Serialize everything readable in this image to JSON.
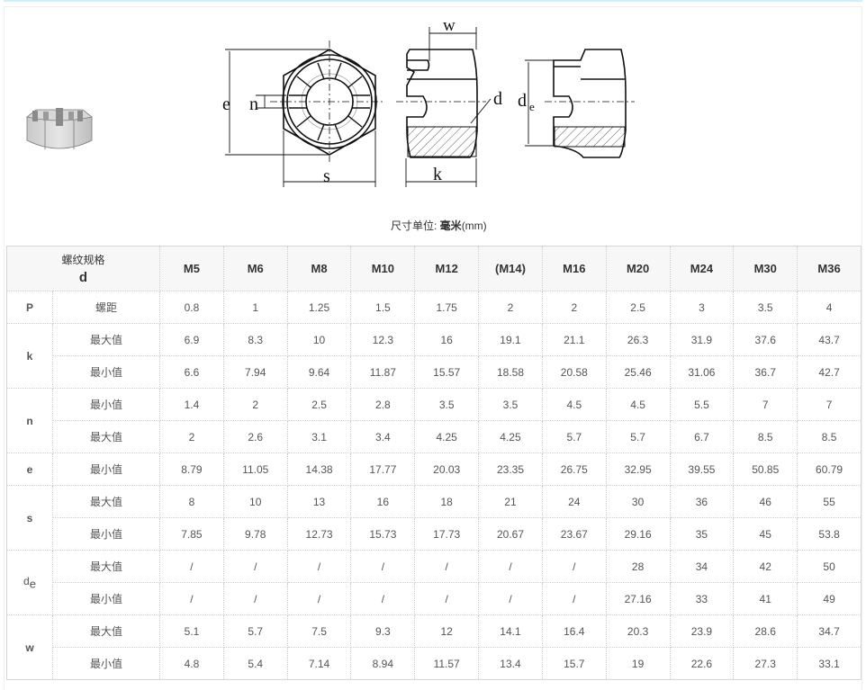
{
  "drawing": {
    "labels": {
      "e": "e",
      "n": "n",
      "s": "s",
      "w": "w",
      "d": "d",
      "k": "k",
      "de_main": "d",
      "de_sub": "e"
    }
  },
  "unit_note": {
    "prefix": "尺寸单位: ",
    "unit": "毫米",
    "suffix": "(mm)"
  },
  "table": {
    "header": {
      "spec_label": "螺纹规格",
      "d_label": "d",
      "sizes": [
        "M5",
        "M6",
        "M8",
        "M10",
        "M12",
        "(M14)",
        "M16",
        "M20",
        "M24",
        "M30",
        "M36"
      ]
    },
    "rows": [
      {
        "symbol": "P",
        "sub": "螺距",
        "values": [
          "0.8",
          "1",
          "1.25",
          "1.5",
          "1.75",
          "2",
          "2",
          "2.5",
          "3",
          "3.5",
          "4"
        ]
      },
      {
        "symbol": "k",
        "sub": "最大值",
        "values": [
          "6.9",
          "8.3",
          "10",
          "12.3",
          "16",
          "19.1",
          "21.1",
          "26.3",
          "31.9",
          "37.6",
          "43.7"
        ]
      },
      {
        "symbol": "k",
        "sub": "最小值",
        "values": [
          "6.6",
          "7.94",
          "9.64",
          "11.87",
          "15.57",
          "18.58",
          "20.58",
          "25.46",
          "31.06",
          "36.7",
          "42.7"
        ]
      },
      {
        "symbol": "n",
        "sub": "最小值",
        "values": [
          "1.4",
          "2",
          "2.5",
          "2.8",
          "3.5",
          "3.5",
          "4.5",
          "4.5",
          "5.5",
          "7",
          "7"
        ]
      },
      {
        "symbol": "n",
        "sub": "最大值",
        "values": [
          "2",
          "2.6",
          "3.1",
          "3.4",
          "4.25",
          "4.25",
          "5.7",
          "5.7",
          "6.7",
          "8.5",
          "8.5"
        ]
      },
      {
        "symbol": "e",
        "sub": "最小值",
        "values": [
          "8.79",
          "11.05",
          "14.38",
          "17.77",
          "20.03",
          "23.35",
          "26.75",
          "32.95",
          "39.55",
          "50.85",
          "60.79"
        ]
      },
      {
        "symbol": "s",
        "sub": "最大值",
        "values": [
          "8",
          "10",
          "13",
          "16",
          "18",
          "21",
          "24",
          "30",
          "36",
          "46",
          "55"
        ]
      },
      {
        "symbol": "s",
        "sub": "最小值",
        "values": [
          "7.85",
          "9.78",
          "12.73",
          "15.73",
          "17.73",
          "20.67",
          "23.67",
          "29.16",
          "35",
          "45",
          "53.8"
        ]
      },
      {
        "symbol": "de",
        "sub": "最大值",
        "values": [
          "/",
          "/",
          "/",
          "/",
          "/",
          "/",
          "/",
          "28",
          "34",
          "42",
          "50"
        ]
      },
      {
        "symbol": "de",
        "sub": "最小值",
        "values": [
          "/",
          "/",
          "/",
          "/",
          "/",
          "/",
          "/",
          "27.16",
          "33",
          "41",
          "49"
        ]
      },
      {
        "symbol": "w",
        "sub": "最大值",
        "values": [
          "5.1",
          "5.7",
          "7.5",
          "9.3",
          "12",
          "14.1",
          "16.4",
          "20.3",
          "23.9",
          "28.6",
          "34.7"
        ]
      },
      {
        "symbol": "w",
        "sub": "最小值",
        "values": [
          "4.8",
          "5.4",
          "7.14",
          "8.94",
          "11.57",
          "13.4",
          "15.7",
          "19",
          "22.6",
          "27.3",
          "33.1"
        ]
      }
    ],
    "symbols": {
      "P": "P",
      "k": "k",
      "n": "n",
      "e": "e",
      "s": "s",
      "de_main": "d",
      "de_sub": "e",
      "w": "w"
    }
  }
}
